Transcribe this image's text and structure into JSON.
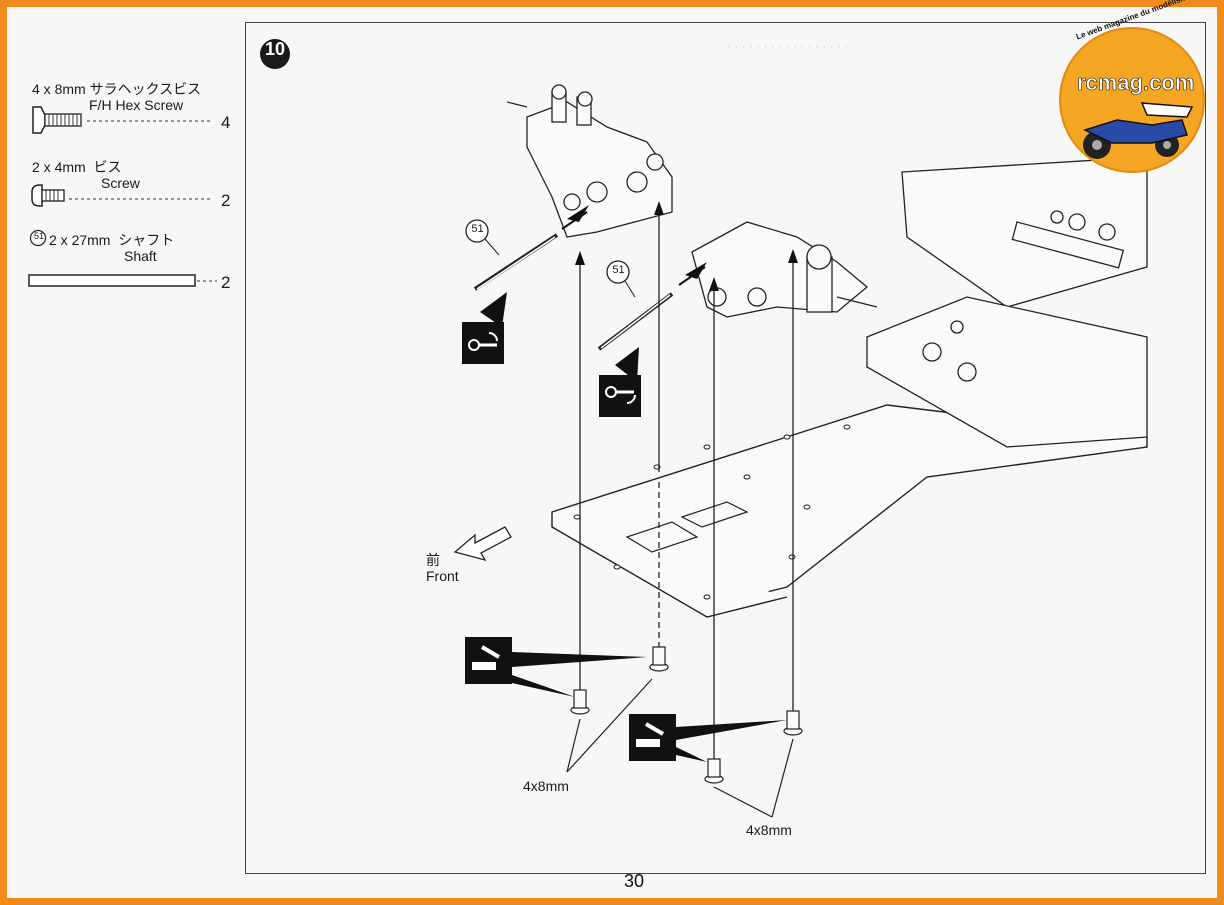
{
  "step": {
    "number": "10"
  },
  "parts": [
    {
      "id": "flat-hex-screw",
      "size": "4 x 8mm",
      "jp": "サラヘックスビス",
      "en": "F/H Hex Screw",
      "qty": "4"
    },
    {
      "id": "screw",
      "size": "2 x 4mm",
      "jp": "ビス",
      "en": "Screw",
      "qty": "2"
    },
    {
      "id": "shaft",
      "ref": "51",
      "size": "2 x 27mm",
      "jp": "シャフト",
      "en": "Shaft",
      "qty": "2"
    }
  ],
  "callouts": {
    "shaft_ref_left": "51",
    "shaft_ref_right": "51",
    "front_jp": "前",
    "front_en": "Front",
    "screw_label_left": "4x8mm",
    "screw_label_right": "4x8mm"
  },
  "page": {
    "number": "30"
  },
  "watermark": {
    "text_top": "Le web magazine du modélisme",
    "brand": "rcmag.com"
  },
  "colors": {
    "border": "#f08a1c",
    "line": "#222222",
    "logo_bg": "#f5a623"
  }
}
